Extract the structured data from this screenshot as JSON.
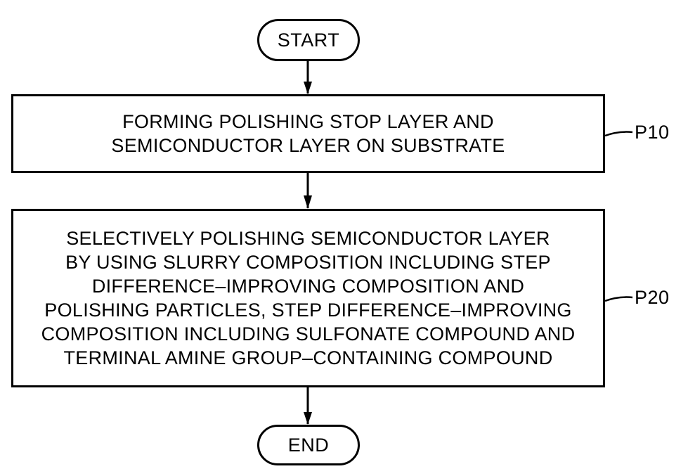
{
  "flowchart": {
    "start_label": "START",
    "end_label": "END",
    "steps": [
      {
        "ref": "P10",
        "lines": [
          "FORMING POLISHING STOP LAYER AND",
          "SEMICONDUCTOR LAYER ON SUBSTRATE"
        ]
      },
      {
        "ref": "P20",
        "lines": [
          "SELECTIVELY POLISHING SEMICONDUCTOR LAYER",
          "BY USING SLURRY COMPOSITION INCLUDING STEP",
          "DIFFERENCE–IMPROVING COMPOSITION AND",
          "POLISHING PARTICLES, STEP DIFFERENCE–IMPROVING",
          "COMPOSITION INCLUDING SULFONATE COMPOUND AND",
          "TERMINAL AMINE GROUP–CONTAINING COMPOUND"
        ]
      }
    ]
  }
}
